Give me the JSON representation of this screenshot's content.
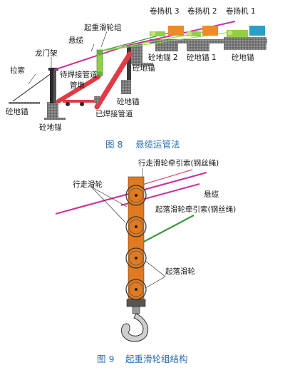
{
  "figure8": {
    "caption_number": "图 8",
    "caption_text": "悬缆运管法",
    "labels": {
      "hoist3": "卷扬机 3",
      "hoist2": "卷扬机 2",
      "hoist1": "卷扬机 1",
      "lifting_pulley_group": "起重滑轮组",
      "suspension_cable": "悬缆",
      "gantry": "龙门架",
      "guy_rope": "拉索",
      "anchor_left": "砼地锚",
      "anchor_bottom": "砼地锚",
      "pipe_to_weld": "待焊接管道",
      "pipe_support": "管墩",
      "anchor_mid": "砼地锚",
      "welded_pipe": "已焊接管道",
      "anchor_tower": "砼地锚",
      "anchor_2": "砼地锚 2",
      "anchor_1": "砼地锚 1",
      "anchor_right": "砼地锚"
    }
  },
  "figure9": {
    "caption_number": "图 9",
    "caption_text": "起重滑轮组结构",
    "labels": {
      "travel_rope": "行走滑轮牵引索(钢丝绳)",
      "travel_pulley": "行走滑轮",
      "suspension_cable": "悬缆",
      "lift_rope": "起落滑轮牵引索(钢丝绳)",
      "lift_pulley": "起落滑轮"
    }
  },
  "colors": {
    "cable": "#cc3399",
    "pipe": "#e03a45",
    "tower": "#4a4a4a",
    "hoist_box": "#f08a24",
    "hoist_drum": "#8fcf4a",
    "wire": "#3a9a3a",
    "caption": "#2a6fb0",
    "plate": "#e07a20",
    "ground": "#6a6a6a"
  }
}
